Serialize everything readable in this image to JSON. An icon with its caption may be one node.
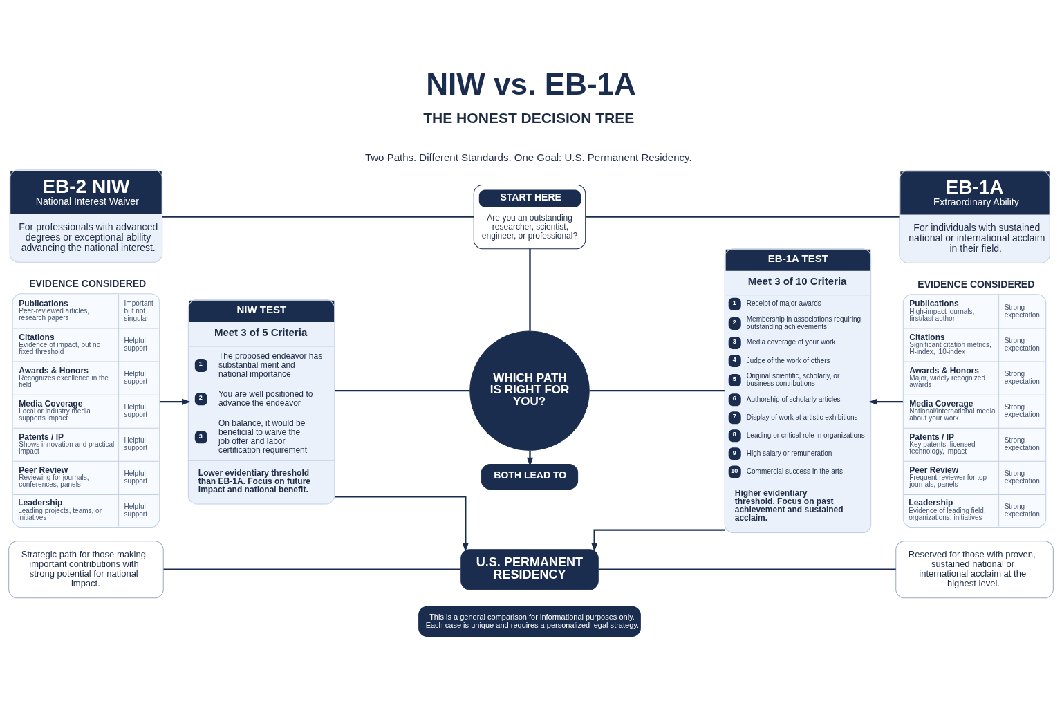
{
  "diagram": {
    "title": "NIW vs. EB-1A",
    "nodes": [
      {
        "text": [
          "EB-2 NIW",
          "National Interest Waiver",
          "For professionals with advanced degrees or exceptional ability advancing the national interest."
        ]
      },
      {
        "text": [
          "START HERE",
          "Are you an outstanding researcher, scientist, engineer, or professional?"
        ]
      },
      {
        "text": [
          "EB-1A",
          "Extraordinary Ability",
          "For individuals with sustained national or international acclaim in their field."
        ]
      },
      {
        "text": [
          "EVIDENCE CONSIDERED",
          "Publications",
          "Peer-reviewed articles, research papers",
          "Important but not singular",
          "Citations",
          "Evidence of impact, but no fixed threshold",
          "Helpful support",
          "Awards & Honors",
          "Recognizes excellence in the field",
          "Helpful support",
          "Media Coverage",
          "Local or industry media supports impact",
          "Helpful support",
          "Patents / IP",
          "Shows innovation and practical impact",
          "Helpful support",
          "Peer Review",
          "Reviewing for journals, conferences, panels",
          "Helpful support",
          "Leadership",
          "Leading projects, teams, or initiatives",
          "Helpful support"
        ]
      },
      {
        "text": [
          "NIW TEST",
          "Meet 3 of 5 Criteria",
          "1",
          "The proposed endeavor has substantial merit and national importance",
          "2",
          "You are well positioned to advance the endeavor",
          "3",
          "On balance, it would be beneficial to waive the job offer and labor certification requirement",
          "Lower evidentiary threshold than EB-1A. Focus on future impact and national benefit."
        ]
      },
      {
        "text": [
          "WHICH PATH IS RIGHT FOR YOU?"
        ]
      },
      {
        "text": [
          "EB-1A TEST",
          "Meet 3 of 10 Criteria",
          "1",
          "Receipt of major awards",
          "2",
          "Membership in associations requiring outstanding achievements",
          "3",
          "Media coverage of your work",
          "4",
          "Judge of the work of others",
          "5",
          "Original scientific, scholarly, or business contributions",
          "6",
          "Authorship of scholarly articles",
          "7",
          "Display of work at artistic exhibitions",
          "8",
          "Leading or critical role in organizations",
          "9",
          "High salary or remuneration",
          "10",
          "Commercial success in the arts",
          "Higher evidentiary threshold. Focus on past achievement and sustained acclaim."
        ]
      },
      {
        "text": [
          "EVIDENCE CONSIDERED",
          "Publications",
          "High-impact journals, first/last author",
          "Strong expectation",
          "Citations",
          "Significant citation metrics, H-index, i10-index",
          "Strong expectation",
          "Awards & Honors",
          "Major, widely recognized awards",
          "Strong expectation",
          "Media Coverage",
          "National/international media about your work",
          "Strong expectation",
          "Patents / IP",
          "Key patents, licensed technology, impact",
          "Strong expectation",
          "Peer Review",
          "Frequent reviewer for top journals, panels",
          "Strong expectation",
          "Leadership",
          "Evidence of leading field, organizations, initiatives",
          "Strong expectation"
        ]
      },
      {
        "text": [
          "BOTH LEAD TO"
        ]
      },
      {
        "text": [
          "Strategic path for those making important contributions with strong potential for national impact."
        ]
      },
      {
        "text": [
          "U.S. PERMANENT RESIDENCY"
        ]
      },
      {
        "text": [
          "Reserved for those with proven, sustained national or international acclaim at the highest level."
        ]
      }
    ],
    "edges": [
      {
        "from": 0,
        "to": 1,
        "arrow": "none"
      },
      {
        "from": 1,
        "to": 2,
        "arrow": "none"
      },
      {
        "from": 3,
        "to": 4,
        "arrow": "to"
      },
      {
        "from": 7,
        "to": 6,
        "arrow": "to"
      },
      {
        "from": 1,
        "to": 5,
        "arrow": "none"
      },
      {
        "from": 4,
        "to": 5,
        "arrow": "none"
      },
      {
        "from": 5,
        "to": 6,
        "arrow": "none"
      },
      {
        "from": 5,
        "to": 8,
        "arrow": "to"
      },
      {
        "from": 4,
        "to": 10,
        "arrow": "to"
      },
      {
        "from": 6,
        "to": 10,
        "arrow": "to"
      },
      {
        "from": 9,
        "to": 10,
        "arrow": "none"
      },
      {
        "from": 10,
        "to": 11,
        "arrow": "none"
      }
    ],
    "labels": [
      "THE HONEST DECISION TREE",
      "Two Paths. Different Standards. One Goal: U.S. Permanent Residency.",
      "This is a general comparison for informational purposes only. Each case is unique and requires a personalized legal strategy."
    ]
  }
}
